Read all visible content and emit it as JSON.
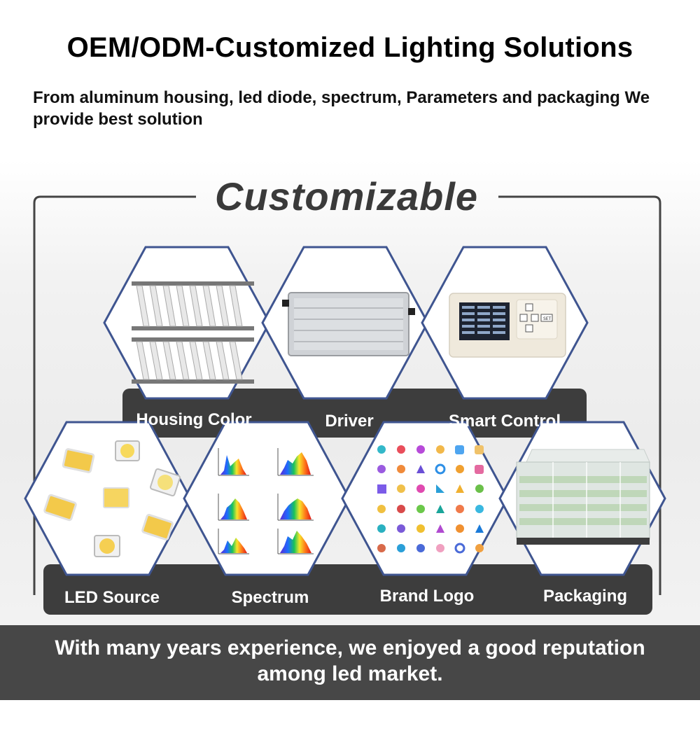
{
  "header": {
    "title": "OEM/ODM-Customized Lighting Solutions",
    "subtitle": "From aluminum housing, led diode, spectrum, Parameters and packaging We provide best solution"
  },
  "section": {
    "heading": "Customizable",
    "items": [
      {
        "label": "Housing Color",
        "icon": "grow-light-fixture-icon"
      },
      {
        "label": "Driver",
        "icon": "led-driver-icon"
      },
      {
        "label": "Smart Control",
        "icon": "controller-panel-icon"
      },
      {
        "label": "LED Source",
        "icon": "led-chip-icon"
      },
      {
        "label": "Spectrum",
        "icon": "spectrum-graph-icon"
      },
      {
        "label": "Brand Logo",
        "icon": "logo-grid-icon"
      },
      {
        "label": "Packaging",
        "icon": "pallet-package-icon"
      }
    ],
    "controller_button": "SET"
  },
  "footer": {
    "text": "With many years experience, we enjoyed a good reputation among led market."
  },
  "colors": {
    "hex_border": "#3f5590",
    "label_band": "#3d3d3d",
    "frame_line": "#444444",
    "footer_band": "#474747"
  }
}
